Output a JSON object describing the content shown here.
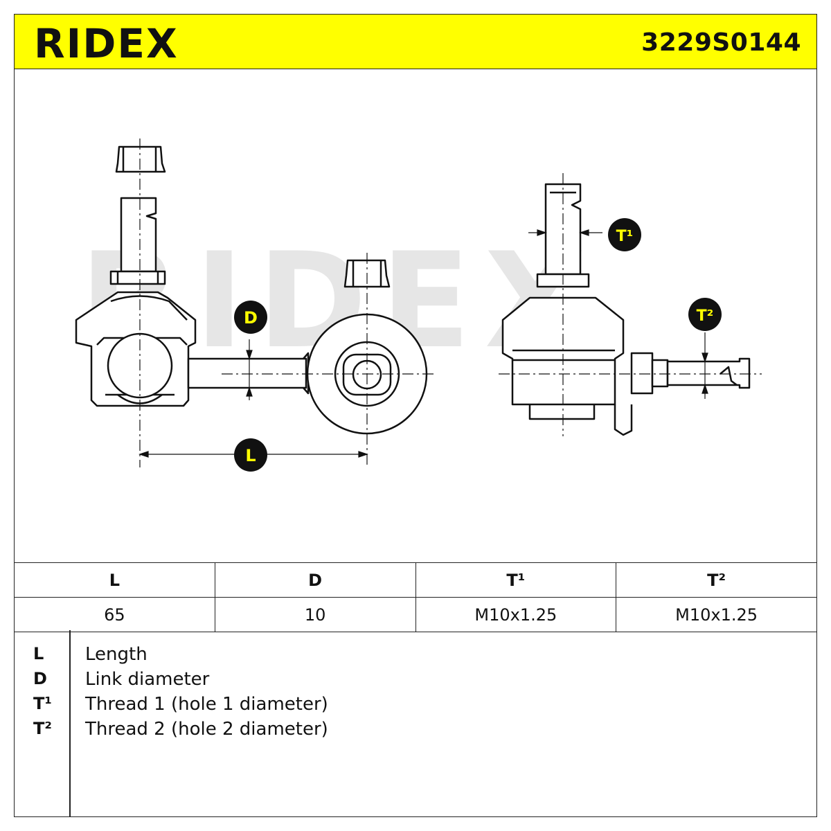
{
  "header": {
    "brand": "RIDEX",
    "part_number": "3229S0144",
    "background_color": "#ffff00"
  },
  "drawing": {
    "watermark": "RIDEX",
    "callouts": {
      "L": "L",
      "D": "D",
      "T1": "T¹",
      "T2": "T²"
    }
  },
  "spec_table": {
    "headers": [
      "L",
      "D",
      "T¹",
      "T²"
    ],
    "values": [
      "65",
      "10",
      "M10x1.25",
      "M10x1.25"
    ]
  },
  "legend": [
    {
      "key": "L",
      "label": "Length"
    },
    {
      "key": "D",
      "label": "Link diameter"
    },
    {
      "key": "T¹",
      "label": "Thread 1 (hole 1 diameter)"
    },
    {
      "key": "T²",
      "label": "Thread 2 (hole 2 diameter)"
    }
  ]
}
